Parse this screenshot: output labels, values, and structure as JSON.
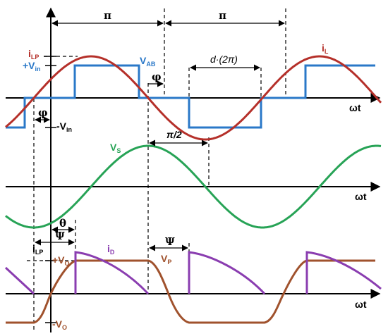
{
  "axis_labels": {
    "omega_t": "ωt"
  },
  "top_panel": {
    "pi_label_1": "π",
    "pi_label_2": "π",
    "duty_label": "d·(2π)",
    "phi_label_1": "φ",
    "phi_label_2": "φ",
    "iLP_main": "i",
    "iLP_sub": "LP",
    "vin_pos_main": "+V",
    "vin_pos_sub": "in",
    "vin_neg_main": "-V",
    "vin_neg_sub": "in",
    "vab_main": "V",
    "vab_sub": "AB",
    "iL_main": "i",
    "iL_sub": "L"
  },
  "middle_panel": {
    "pi_half_label": "π/2",
    "vs_main": "V",
    "vs_sub": "S"
  },
  "bottom_panel": {
    "theta_label": "θ",
    "psi_label_1": "Ψ",
    "psi_label_2": "Ψ",
    "iLP_main": "i",
    "iLP_sub": "LP",
    "iD_main": "i",
    "iD_sub": "D",
    "vo_pos_main": "+V",
    "vo_pos_sub": "O",
    "vo_neg_main": "-V",
    "vo_neg_sub": "O",
    "vp_main": "V",
    "vp_sub": "P"
  },
  "colors": {
    "il_red": "#b5302a",
    "vab_blue": "#2a78c8",
    "vs_green": "#27a356",
    "id_purple": "#8a3db0",
    "vp_brown": "#a0522d",
    "axis": "#000000"
  }
}
